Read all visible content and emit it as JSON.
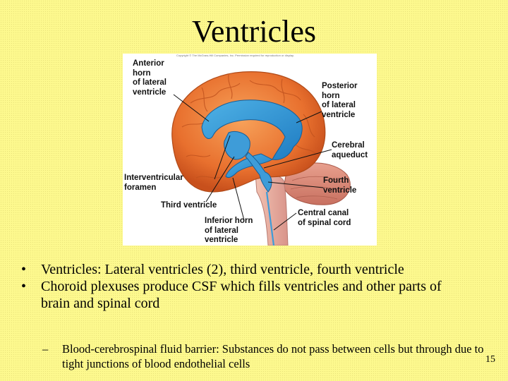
{
  "slide": {
    "title": "Ventricles",
    "page_number": "15"
  },
  "figure": {
    "copyright": "Copyright © The McGraw-Hill Companies, Inc. Permission required for reproduction or display.",
    "labels": {
      "anterior_horn": "Anterior\nhorn\nof lateral\nventricle",
      "posterior_horn": "Posterior\nhorn\nof lateral\nventricle",
      "cerebral_aqueduct": "Cerebral\naqueduct",
      "interventricular_foramen": "Interventricular\nforamen",
      "fourth_ventricle": "Fourth\nventricle",
      "third_ventricle": "Third ventricle",
      "central_canal": "Central canal\nof spinal cord",
      "inferior_horn": "Inferior horn\nof lateral\nventricle"
    }
  },
  "bullets": [
    "Ventricles: Lateral ventricles (2), third ventricle, fourth ventricle",
    "Choroid plexuses produce CSF which fills ventricles and other parts of brain and spinal cord"
  ],
  "sub_bullets": [
    "Blood-cerebrospinal fluid barrier: Substances do not pass between cells but through due to tight junctions of blood endothelial cells"
  ],
  "symbols": {
    "bullet": "•",
    "dash": "–"
  }
}
